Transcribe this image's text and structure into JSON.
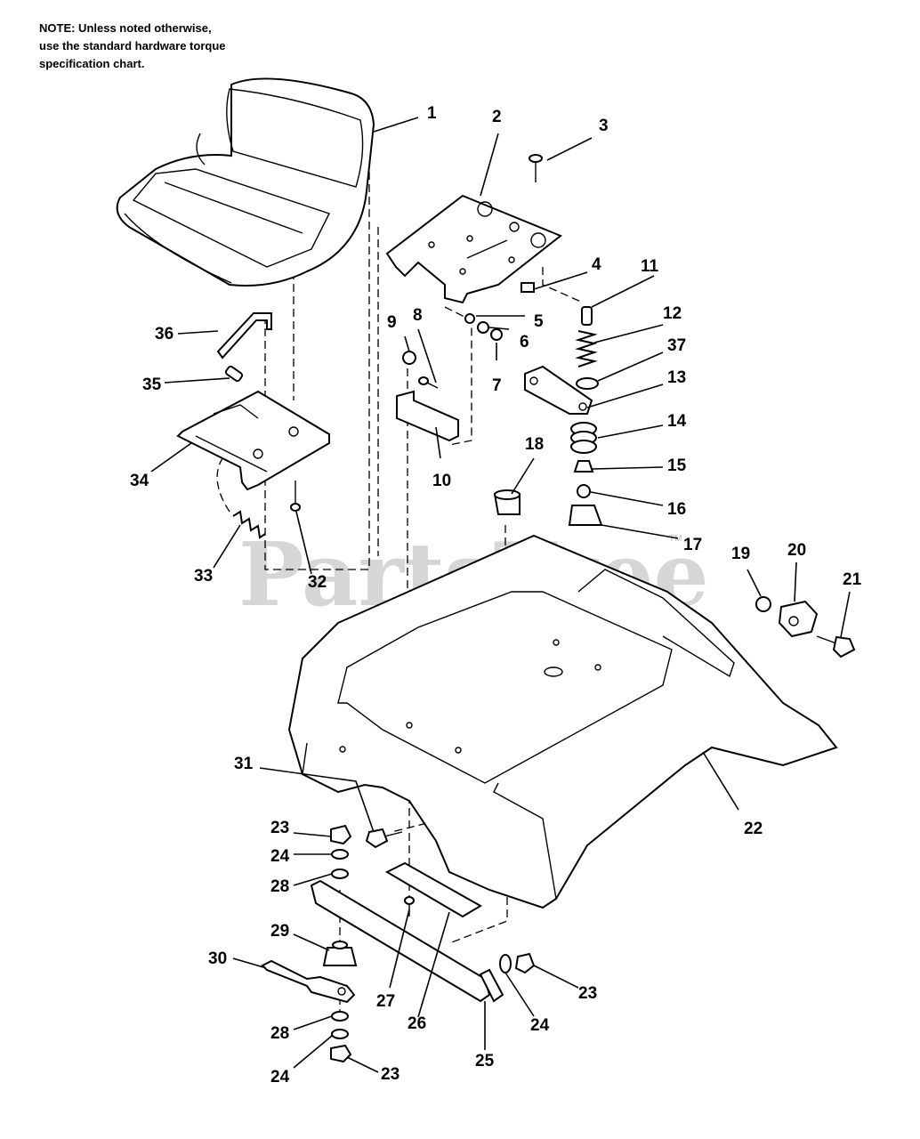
{
  "note": {
    "lines": [
      "NOTE: Unless noted otherwise,",
      "use the standard hardware torque",
      "specification chart."
    ]
  },
  "watermark": {
    "text": "PartsTree",
    "trademark": "TM"
  },
  "callouts": {
    "c1": "1",
    "c2": "2",
    "c3": "3",
    "c4": "4",
    "c5": "5",
    "c6": "6",
    "c7": "7",
    "c8": "8",
    "c9": "9",
    "c10": "10",
    "c11": "11",
    "c12": "12",
    "c13": "13",
    "c14": "14",
    "c15": "15",
    "c16": "16",
    "c17": "17",
    "c18": "18",
    "c19": "19",
    "c20": "20",
    "c21": "21",
    "c22": "22",
    "c23a": "23",
    "c23b": "23",
    "c23c": "23",
    "c24a": "24",
    "c24b": "24",
    "c24c": "24",
    "c25": "25",
    "c26": "26",
    "c27": "27",
    "c28a": "28",
    "c28b": "28",
    "c29": "29",
    "c30": "30",
    "c31": "31",
    "c32": "32",
    "c33": "33",
    "c34": "34",
    "c35": "35",
    "c36": "36",
    "c37": "37"
  }
}
